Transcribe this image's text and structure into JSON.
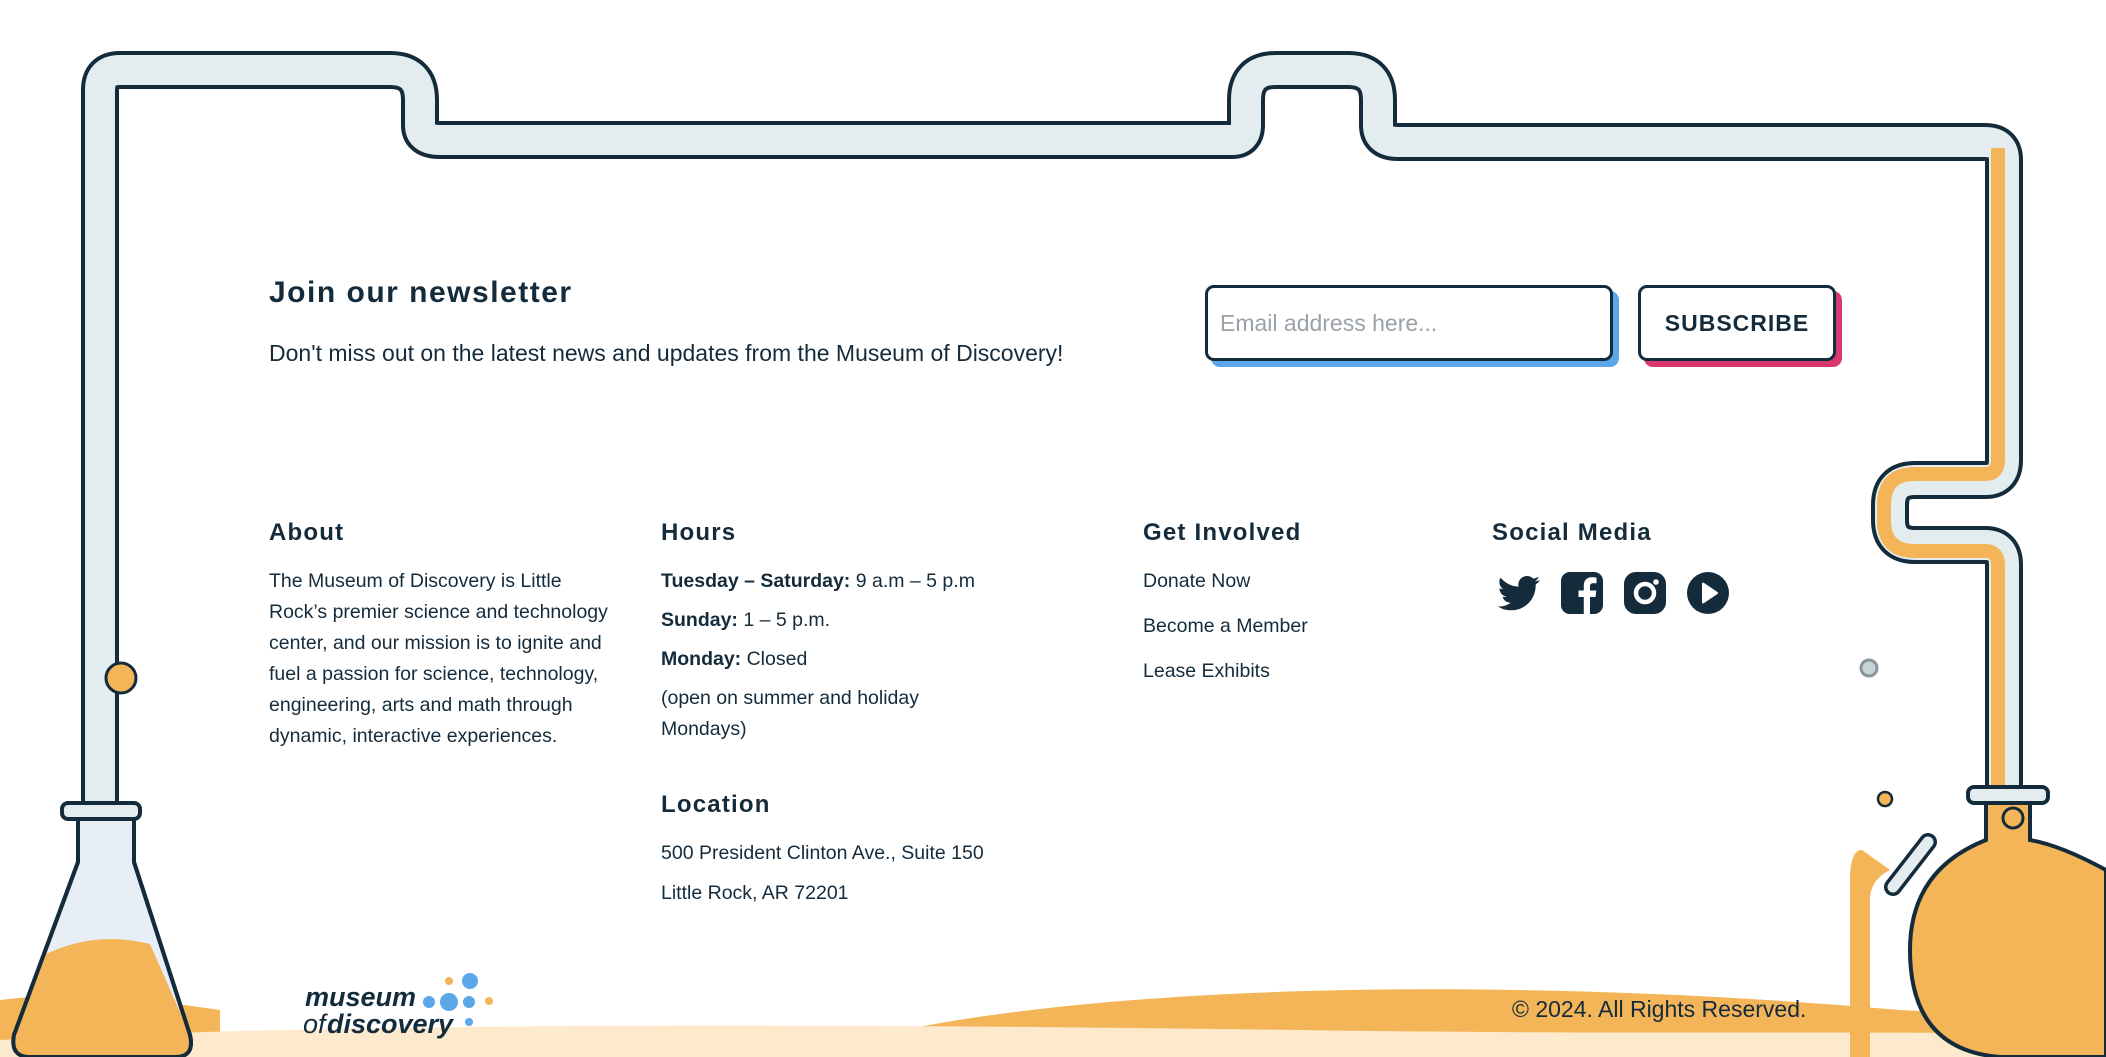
{
  "newsletter": {
    "title": "Join our newsletter",
    "description": "Don't miss out on the latest news and updates from the Museum of Discovery!",
    "email_placeholder": "Email address here...",
    "subscribe_label": "SUBSCRIBE"
  },
  "about": {
    "title": "About",
    "lines": [
      "The Museum of Discovery is Little",
      "Rock’s premier science and technology",
      "center, and our mission is to ignite and",
      "fuel a passion for science, technology,",
      "engineering, arts and math through",
      "dynamic, interactive experiences."
    ]
  },
  "hours": {
    "title": "Hours",
    "rows": [
      {
        "label": "Tuesday – Saturday:",
        "value": " 9 a.m – 5 p.m"
      },
      {
        "label": "Sunday:",
        "value": " 1 – 5 p.m."
      },
      {
        "label": "Monday:",
        "value": " Closed"
      }
    ],
    "note_lines": [
      "(open on summer and holiday",
      "Mondays)"
    ]
  },
  "location": {
    "title": "Location",
    "address_line1": "500 President Clinton Ave., Suite 150",
    "address_line2": "Little Rock, AR 72201"
  },
  "get_involved": {
    "title": "Get Involved",
    "links": [
      "Donate Now",
      "Become a Member",
      "Lease Exhibits"
    ]
  },
  "social_media": {
    "title": "Social Media",
    "icons": [
      "twitter-icon",
      "facebook-icon",
      "instagram-icon",
      "youtube-icon"
    ]
  },
  "logo": {
    "line1": "museum",
    "line2_prefix": "of",
    "line2_main": "discovery"
  },
  "footer": {
    "copyright": "© 2024. All Rights Reserved."
  },
  "colors": {
    "navy": "#142b3c",
    "tube_fill": "#e3ecee",
    "orange": "#f3b557",
    "light_orange": "#fde9cc",
    "blue": "#5aa7ea",
    "pink": "#d9376e"
  }
}
